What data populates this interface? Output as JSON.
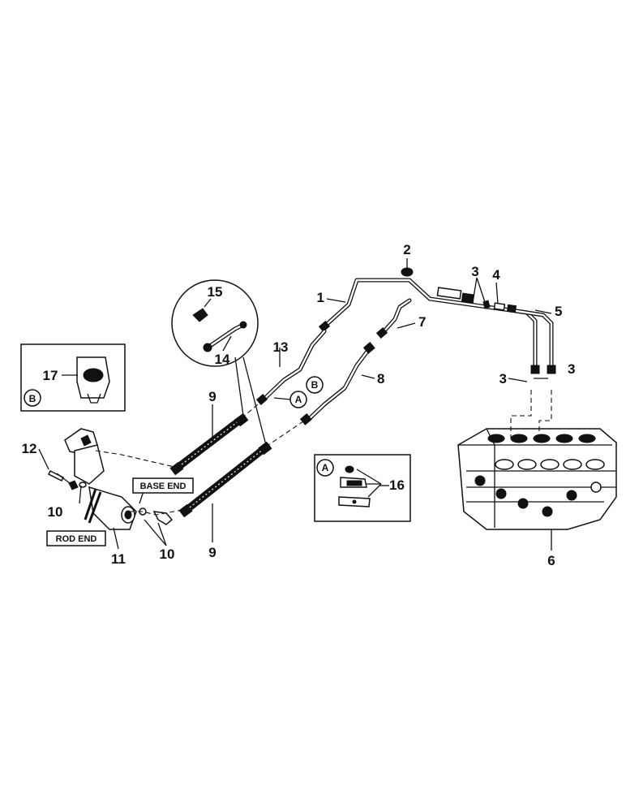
{
  "callouts": {
    "c1": "1",
    "c2": "2",
    "c3a": "3",
    "c3b": "3",
    "c3c": "3",
    "c4": "4",
    "c5": "5",
    "c6": "6",
    "c7": "7",
    "c8": "8",
    "c9a": "9",
    "c9b": "9",
    "c10a": "10",
    "c10b": "10",
    "c11": "11",
    "c12": "12",
    "c13": "13",
    "c14": "14",
    "c15": "15",
    "c16": "16",
    "c17": "17"
  },
  "labels": {
    "base_end": "BASE END",
    "rod_end": "ROD END"
  },
  "detail_refs": {
    "a_inline": "A",
    "b_inline": "B",
    "a_box": "A",
    "b_box": "B"
  }
}
